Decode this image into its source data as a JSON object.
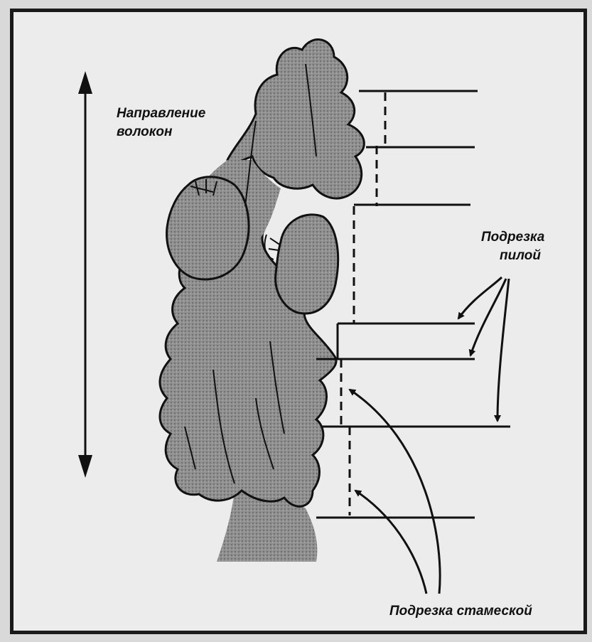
{
  "diagram": {
    "labels": {
      "grain_direction_line1": "Направление",
      "grain_direction_line2": "волокон",
      "saw_cut_line1": "Подрезка",
      "saw_cut_line2": "пилой",
      "chisel_cut": "Подрезка стамеской"
    }
  }
}
